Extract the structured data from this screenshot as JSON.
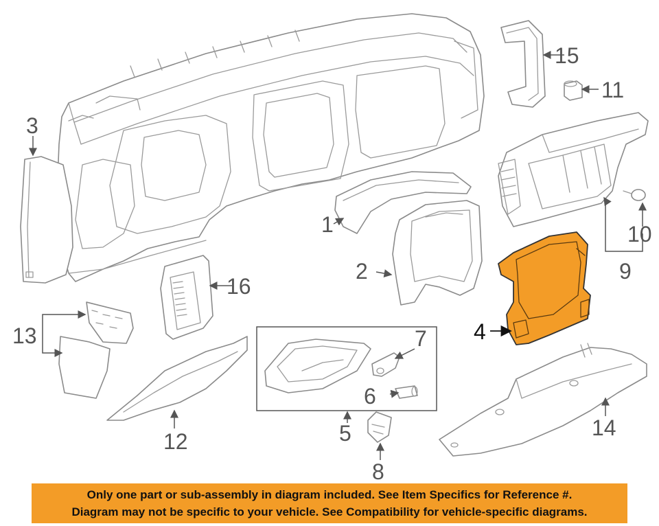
{
  "callouts": {
    "c1": "1",
    "c2": "2",
    "c3": "3",
    "c4": "4",
    "c5": "5",
    "c6": "6",
    "c7": "7",
    "c8": "8",
    "c9": "9",
    "c10": "10",
    "c11": "11",
    "c12": "12",
    "c13": "13",
    "c14": "14",
    "c15": "15",
    "c16": "16"
  },
  "highlight_color": "#f39c27",
  "notice": {
    "line1": "Only one part or sub-assembly in diagram included. See Item Specifics for Reference #.",
    "line2": "Diagram may not be specific to your vehicle. See Compatibility for vehicle-specific diagrams."
  }
}
